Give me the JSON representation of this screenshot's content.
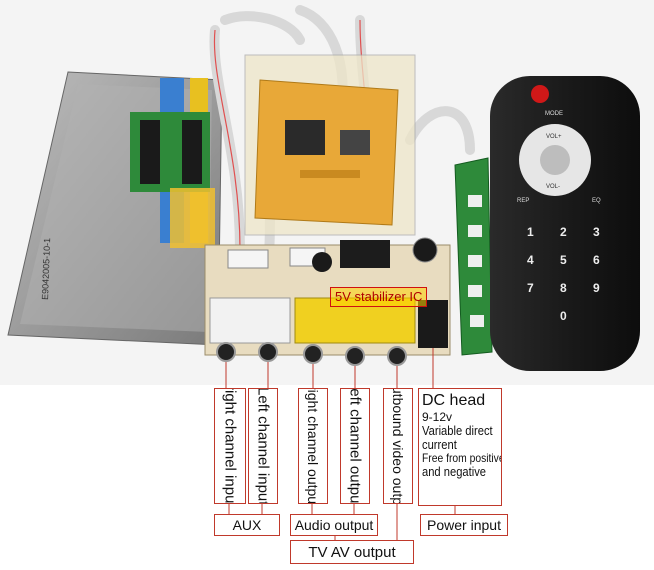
{
  "photo": {
    "pcb_stabilizer_label": "5V stabilizer IC",
    "lcd_print": "E9042005-10-1",
    "remote_buttons": {
      "mode": "MODE",
      "vol_plus": "VOL+",
      "vol_minus": "VOL-",
      "rep": "REP",
      "eq": "EQ",
      "digits": [
        "1",
        "2",
        "3",
        "4",
        "5",
        "6",
        "7",
        "8",
        "9",
        "0"
      ]
    }
  },
  "labels": {
    "vertical": [
      {
        "id": "right-channel-input",
        "text": "right channel input"
      },
      {
        "id": "left-channel-input",
        "text": "Left channel input"
      },
      {
        "id": "right-channel-output",
        "text": "right channel output"
      },
      {
        "id": "left-channel-output",
        "text": "left channel output"
      },
      {
        "id": "outbound-video-output",
        "text": "Outbound video output"
      }
    ],
    "dc": {
      "title": "DC head",
      "voltage": "9-12v",
      "line1": "Variable direct",
      "line2": "current",
      "line3": "Free from positive",
      "line4": "and negative"
    },
    "groups": {
      "aux": "AUX",
      "audio_output": "Audio output",
      "power_input": "Power input",
      "tv_av_output": "TV AV output"
    }
  },
  "colors": {
    "label_border": "#c0392b",
    "pcb_green": "#2e8a3a",
    "pcb_board": "#e8dcc0",
    "lcd_gray": "#9a9a9a",
    "jack_yellow": "#f0d020",
    "jack_white": "#f2f2f2",
    "remote_black": "#1c1c1c",
    "power_red": "#d01818"
  }
}
